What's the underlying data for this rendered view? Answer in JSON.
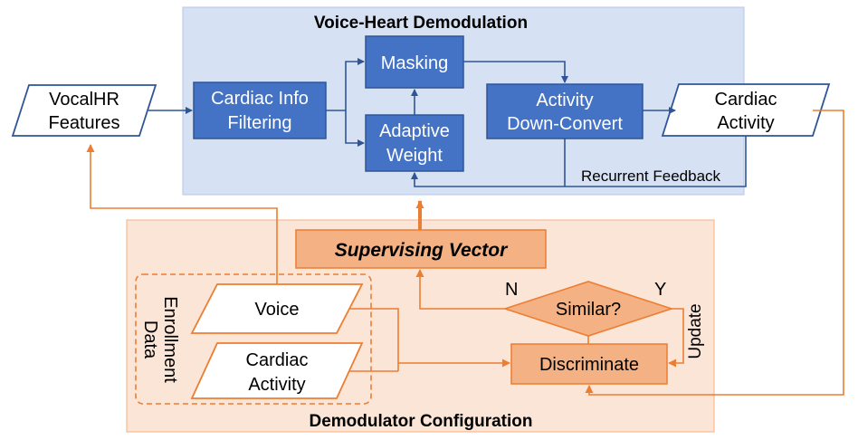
{
  "diagram": {
    "top_region": {
      "title": "Voice-Heart Demodulation"
    },
    "bottom_region": {
      "title": "Demodulator Configuration"
    },
    "inputs": {
      "vocalhr": [
        "VocalHR",
        "Features"
      ],
      "cardiac_out": [
        "Cardiac",
        "Activity"
      ]
    },
    "blocks": {
      "filtering": [
        "Cardiac Info",
        "Filtering"
      ],
      "masking": "Masking",
      "adaptive": [
        "Adaptive",
        "Weight"
      ],
      "downconvert": [
        "Activity",
        "Down-Convert"
      ],
      "supervising": "Supervising Vector",
      "discriminate": "Discriminate",
      "similar": "Similar?"
    },
    "enrollment": {
      "group_label": [
        "Enrollment",
        "Data"
      ],
      "voice": "Voice",
      "cardiac": [
        "Cardiac",
        "Activity"
      ]
    },
    "labels": {
      "recurrent": "Recurrent Feedback",
      "n": "N",
      "y": "Y",
      "update": "Update"
    },
    "colors": {
      "blue_region": "#d6e1f3",
      "blue_block": "#4472c4",
      "blue_line": "#2f5597",
      "orange_region": "#fbe5d6",
      "orange_block": "#f4b183",
      "orange_line": "#ed7d31"
    }
  }
}
